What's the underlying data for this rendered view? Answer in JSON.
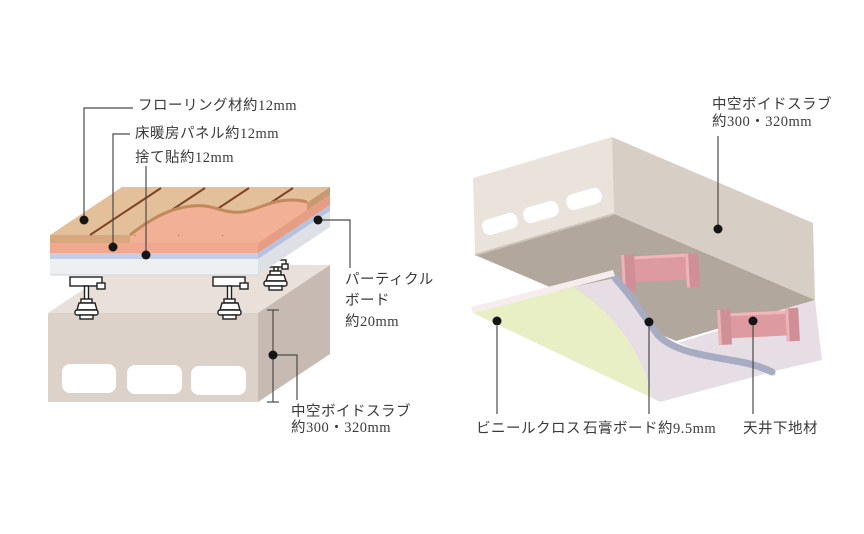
{
  "left_diagram": {
    "label_flooring": "フローリング材約12mm",
    "label_floor_heating": "床暖房パネル約12mm",
    "label_subfloor": "捨て貼約12mm",
    "label_particle_1": "パーティクル",
    "label_particle_2": "ボード",
    "label_particle_3": "約20mm",
    "label_void_slab_1": "中空ボイドスラブ",
    "label_void_slab_2": "約300・320mm"
  },
  "right_diagram": {
    "label_void_slab_1": "中空ボイドスラブ",
    "label_void_slab_2": "約300・320mm",
    "label_vinyl_cloth": "ビニールクロス",
    "label_gypsum_board": "石膏ボード約9.5mm",
    "label_ceiling_base": "天井下地材"
  },
  "palette": {
    "wood_top": "#e4c09a",
    "wood_front": "#d8a77d",
    "wood_side": "#c89972",
    "plank_line": "#7c4527",
    "wood_cut_edge": "#c08a5c",
    "heating_top": "#f2b096",
    "heating_front": "#f0a98e",
    "heating_side": "#e79d84",
    "subfloor_front": "#c6cee7",
    "subfloor_side": "#b7c1e0",
    "particle_front": "#edeff1",
    "particle_side": "#dde1e5",
    "slab_top": "#e8e0d9",
    "slab_front": "#ddd2ca",
    "slab_side": "#c7bab2",
    "hole_white": "#ffffff",
    "support_fill": "#ffffff",
    "support_stroke": "#1f1f1f",
    "cslab_left": "#e9e3dc",
    "cslab_right": "#d7cec6",
    "cslab_bottom": "#b2a79c",
    "channel_web": "#dd9aa1",
    "channel_web_top": "#f2b6ba",
    "channel_flange": "#d08e96",
    "channel_flange_hl": "#eeb3b8",
    "vinyl_green": "#e9efc4",
    "gypsum_lavender": "#e7dee5",
    "gypsum_edge_band": "#a7acc3",
    "sheet_edge_white": "#f5eced",
    "leader_line": "#4a4a4a",
    "leader_dot": "#151515"
  }
}
